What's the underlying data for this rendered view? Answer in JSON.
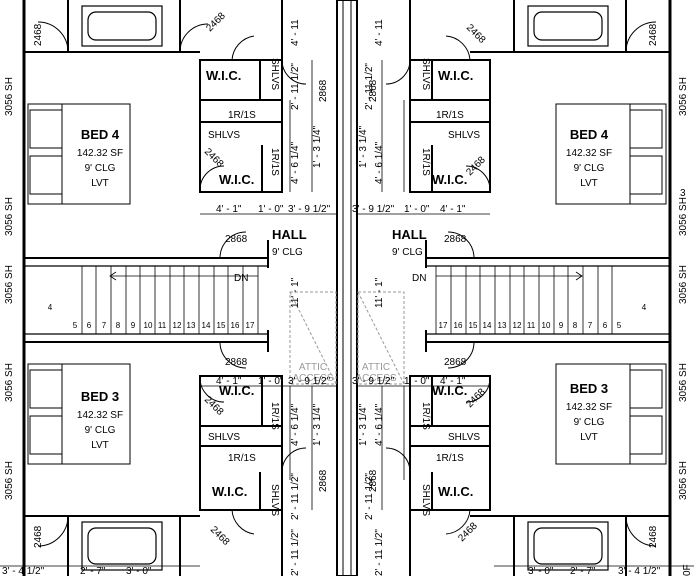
{
  "rooms": {
    "bed4": {
      "name": "BED 4",
      "area": "142.32 SF",
      "ceiling": "9' CLG",
      "floor": "LVT"
    },
    "bed3": {
      "name": "BED 3",
      "area": "142.32 SF",
      "ceiling": "9' CLG",
      "floor": "LVT"
    },
    "hall": {
      "name": "HALL",
      "ceiling": "9' CLG"
    }
  },
  "labels": {
    "wic": "W.I.C.",
    "shlvs": "SHLVS",
    "rod": "1R/1S",
    "dn": "DN",
    "attic_line1": "ATTIC",
    "attic_line2": "ACCESS"
  },
  "doors": {
    "d2468": "2468",
    "d2868": "2868",
    "w3056": "3056 SH"
  },
  "dims": {
    "d_4_1": "4' - 1\"",
    "d_1_0": "1' - 0\"",
    "d_3_9h": "3' - 9 1/2\"",
    "d_1_3q": "1' - 3 1/4\"",
    "d_4_6q": "4' - 6 1/4\"",
    "d_2_11h": "2' - 11 1/2\"",
    "d_4_11": "4' - 11",
    "d_11_1": "11' - 1\"",
    "d_3_4h": "3' - 4 1/2\"",
    "d_2_7": "2' - 7\"",
    "d_3_0": "3' - 0\"",
    "edge_3": "3",
    "edge_0f": "0F"
  },
  "stairs": {
    "treads": [
      "17",
      "16",
      "15",
      "14",
      "13",
      "12",
      "11",
      "10",
      "9",
      "8",
      "7",
      "6",
      "5",
      "4"
    ]
  }
}
